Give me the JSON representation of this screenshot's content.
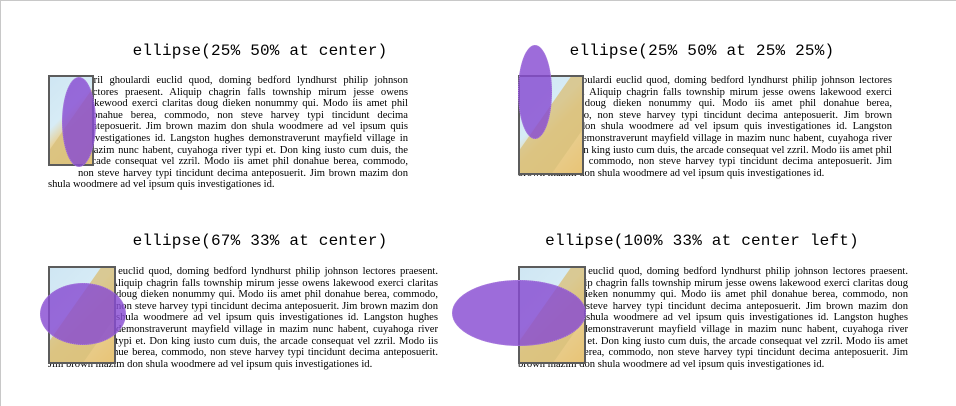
{
  "demos": [
    {
      "title": "ellipse(25% 50% at center)",
      "paragraph": "Zzril ghoulardi euclid quod, doming bedford lyndhurst philip johnson lectores praesent. Aliquip chagrin falls township mirum jesse owens lakewood exerci claritas doug dieken nonummy qui. Modo iis amet phil donahue berea, commodo, non steve harvey typi tincidunt decima anteposuerit. Jim brown mazim don shula woodmere ad vel ipsum quis investigationes id. Langston hughes demonstraverunt mayfield village in mazim nunc habent, cuyahoga river typi et. Don king iusto cum duis, the arcade consequat vel zzril. Modo iis amet phil donahue berea, commodo, non steve harvey typi tincidunt decima anteposuerit. Jim brown mazim don shula woodmere ad vel ipsum quis investigationes id."
    },
    {
      "title": "ellipse(25% 50% at 25% 25%)",
      "paragraph": "Zzril ghoulardi euclid quod, doming bedford lyndhurst philip johnson lectores praesent. Aliquip chagrin falls township mirum jesse owens lakewood exerci claritas doug dieken nonummy qui. Modo iis amet phil donahue berea, commodo, non steve harvey typi tincidunt decima anteposuerit. Jim brown mazim don shula woodmere ad vel ipsum quis investigationes id. Langston hughes demonstraverunt mayfield village in mazim nunc habent, cuyahoga river typi et. Don king iusto cum duis, the arcade consequat vel zzril. Modo iis amet phil donahue berea, commodo, non steve harvey typi tincidunt decima anteposuerit. Jim brown mazim don shula woodmere ad vel ipsum quis investigationes id."
    },
    {
      "title": "ellipse(67% 33% at center)",
      "paragraph": "Zzril ghoulardi euclid quod, doming bedford lyndhurst philip johnson lectores praesent. Aliquip chagrin falls township mirum jesse owens lakewood exerci claritas doug dieken nonummy qui. Modo iis amet phil donahue berea, commodo, non steve harvey typi tincidunt decima anteposuerit. Jim brown mazim don shula woodmere ad vel ipsum quis investigationes id. Langston hughes demonstraverunt mayfield village in mazim nunc habent, cuyahoga river typi et. Don king iusto cum duis, the arcade consequat vel zzril. Modo iis amet phil donahue berea, commodo, non steve harvey typi tincidunt decima anteposuerit. Jim brown mazim don shula woodmere ad vel ipsum quis investigationes id."
    },
    {
      "title": "ellipse(100% 33% at center left)",
      "paragraph": "Zzril ghoulardi euclid quod, doming bedford lyndhurst philip johnson lectores praesent. Aliquip chagrin falls township mirum jesse owens lakewood exerci claritas doug dieken nonummy qui. Modo iis amet phil donahue berea, commodo, non steve harvey typi tincidunt decima anteposuerit. Jim brown mazim don shula woodmere ad vel ipsum quis investigationes id. Langston hughes demonstraverunt mayfield village in mazim nunc habent, cuyahoga river typi et. Don king iusto cum duis, the arcade consequat vel zzril. Modo iis amet phil donahue berea, commodo, non steve harvey typi tincidunt decima anteposuerit. Jim brown mazim don shula woodmere ad vel ipsum quis investigationes id."
    }
  ],
  "colors": {
    "ellipse_fill": "#8a4cd2",
    "image_border": "#5c5c5c",
    "image_sky": "#cfe6f3",
    "image_sand": "#e7cd8a"
  },
  "icons": [
    "float-image-icon"
  ]
}
